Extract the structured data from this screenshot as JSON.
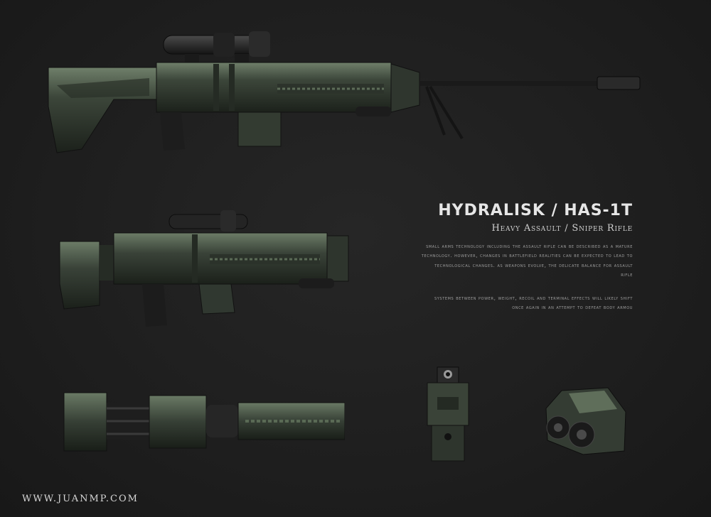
{
  "weapon": {
    "name": "HYDRALISK / HAS-1T",
    "subtitle": "Heavy Assault / Sniper Rifle"
  },
  "description": {
    "paragraph_1": "Small arms technology including the assault rifle can be described as a mature technology. However, changes in battlefield realities can be expected to lead to technological changes. As weapons evolve, the delicate balance for assault rifle",
    "paragraph_2": "systems between power, weight, recoil and terminal effects will likely shift once again in an attempt to defeat body armou"
  },
  "footer": {
    "website": "WWW.JUANMP.COM"
  },
  "icons": {
    "sniper_rifle": "sniper-rifle-render",
    "assault_rifle": "assault-rifle-render",
    "barrel_module": "barrel-module-render",
    "front_view": "front-view-render",
    "drum_module": "drum-module-render"
  },
  "colors": {
    "background": "#1f1f1f",
    "metal": "#3a4238",
    "highlight": "#7d8f78"
  }
}
